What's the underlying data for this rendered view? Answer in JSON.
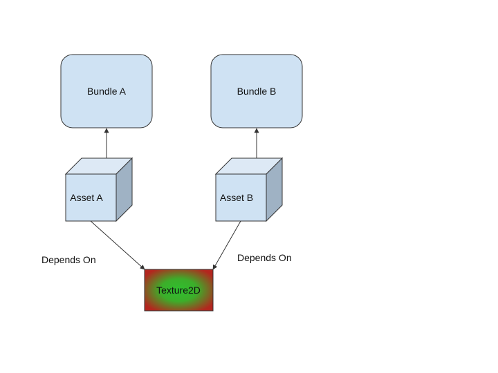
{
  "diagram": {
    "bundles": [
      {
        "id": "bundle-a",
        "label": "Bundle A"
      },
      {
        "id": "bundle-b",
        "label": "Bundle B"
      }
    ],
    "assets": [
      {
        "id": "asset-a",
        "label": "Asset A"
      },
      {
        "id": "asset-b",
        "label": "Asset B"
      }
    ],
    "shared_dependency": {
      "label": "Texture2D"
    },
    "edge_labels": {
      "left": "Depends On",
      "right": "Depends On"
    },
    "colors": {
      "bundle_fill": "#cfe2f3",
      "cube_front": "#cfe2f3",
      "cube_top": "#dde9f5",
      "cube_side": "#9fb2c4",
      "stroke": "#333333",
      "texture_center": "#2fbf2f",
      "texture_edge": "#b3261e"
    }
  }
}
